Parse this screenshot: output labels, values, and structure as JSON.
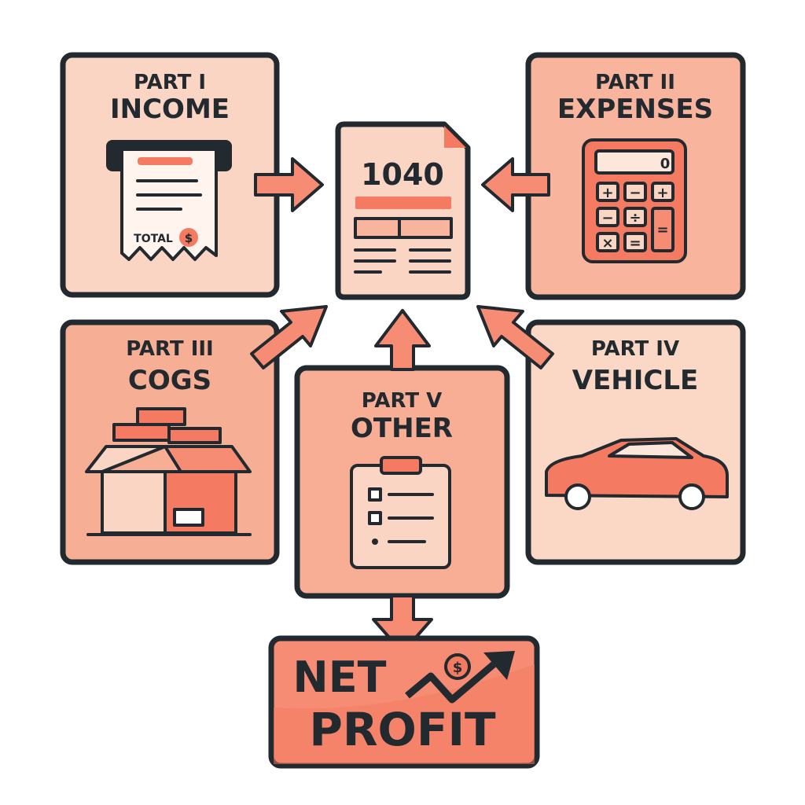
{
  "colors": {
    "outline": "#22292f",
    "accent": "#f47a62",
    "light": "#fbd5c4",
    "mid": "#f8b49c"
  },
  "parts": {
    "income": {
      "part": "PART I",
      "title": "INCOME",
      "receipt_total": "TOTAL",
      "currency": "$"
    },
    "expenses": {
      "part": "PART II",
      "title": "EXPENSES",
      "display": "0",
      "keys": [
        "+",
        "−",
        "+",
        "−",
        "÷",
        "=",
        "×",
        "="
      ]
    },
    "cogs": {
      "part": "PART III",
      "title": "COGS"
    },
    "vehicle": {
      "part": "PART IV",
      "title": "VEHICLE"
    },
    "other": {
      "part": "PART V",
      "title": "OTHER"
    }
  },
  "form": {
    "number": "1040"
  },
  "result": {
    "line1": "NET",
    "line2": "PROFIT",
    "currency": "$"
  }
}
